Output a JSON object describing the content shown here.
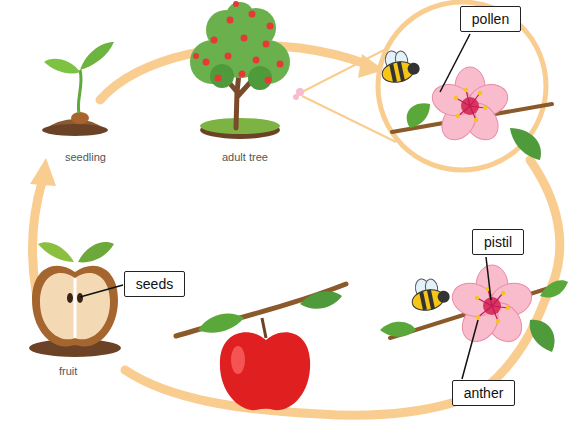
{
  "diagram": {
    "nodes": [
      {
        "text": [
          "pollen"
        ]
      },
      {
        "text": [
          "pistil"
        ]
      },
      {
        "text": [
          "seeds"
        ]
      },
      {
        "text": [
          "anther"
        ]
      }
    ],
    "labels": [
      "seedling",
      "adult tree",
      "fruit"
    ]
  }
}
